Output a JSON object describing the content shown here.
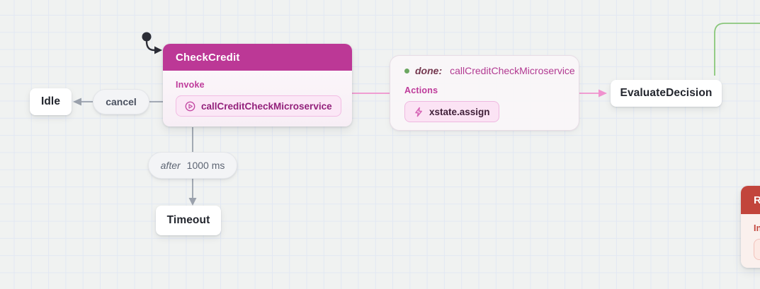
{
  "canvas": {
    "background": "#F0F2F1",
    "grid_color": "#E2E8F3"
  },
  "colors": {
    "magenta_header": "#BC3896",
    "red_header": "#C2453C",
    "pink_edge": "#F092CE",
    "green_edge": "#8AC77B",
    "gray_edge": "#9AA1AC"
  },
  "nodes": {
    "idle": {
      "title": "Idle"
    },
    "check_credit": {
      "title": "CheckCredit",
      "invoke_label": "Invoke",
      "invoke_service": "callCreditCheckMicroservice"
    },
    "timeout": {
      "title": "Timeout"
    },
    "evaluate_decision": {
      "title": "EvaluateDecision"
    },
    "clipped_right": {
      "title": "Re",
      "invoke_label": "In"
    }
  },
  "edges": {
    "cancel": {
      "label": "cancel"
    },
    "after": {
      "keyword": "after",
      "delay": "1000 ms"
    },
    "done": {
      "keyword": "done:",
      "service": "callCreditCheckMicroservice",
      "actions_label": "Actions",
      "action_name": "xstate.assign"
    }
  }
}
